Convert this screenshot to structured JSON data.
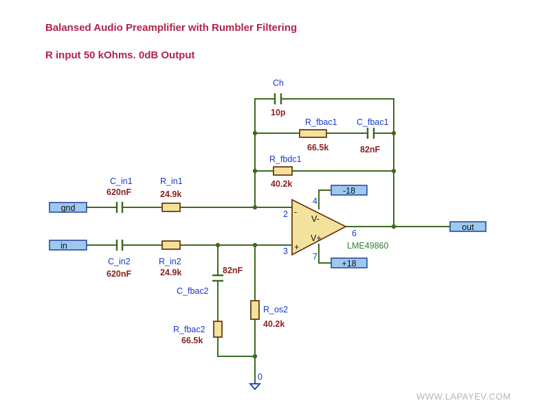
{
  "title_line1": "Balansed Audio Preamplifier with Rumbler Filtering",
  "title_line2": "R input 50 kOhms. 0dB Output",
  "components": {
    "ch": {
      "name": "Ch",
      "value": "10p"
    },
    "r_fbac1": {
      "name": "R_fbac1",
      "value": "66.5k"
    },
    "c_fbac1": {
      "name": "C_fbac1",
      "value": "82nF"
    },
    "r_fbdc1": {
      "name": "R_fbdc1",
      "value": "40.2k"
    },
    "c_in1": {
      "name": "C_in1",
      "value": "620nF"
    },
    "r_in1": {
      "name": "R_in1",
      "value": "24.9k"
    },
    "c_in2": {
      "name": "C_in2",
      "value": "620nF"
    },
    "r_in2": {
      "name": "R_in2",
      "value": "24.9k"
    },
    "c_fbac2": {
      "name": "C_fbac2",
      "value": "82nF"
    },
    "r_os2": {
      "name": "R_os2",
      "value": "40.2k"
    },
    "r_fbac2": {
      "name": "R_fbac2",
      "value": "66.5k"
    }
  },
  "opamp": {
    "part": "LME49860",
    "pin_inv": "2",
    "pin_noninv": "3",
    "pin_out": "6",
    "pin_vminus": "4",
    "pin_vplus": "7",
    "label_vminus": "V-",
    "label_vplus": "V+",
    "sign_minus": "-",
    "sign_plus": "+"
  },
  "ports": {
    "gnd": "gnd",
    "in": "in",
    "out": "out",
    "neg_supply": "-18",
    "pos_supply": "+18"
  },
  "ground_label": "0",
  "watermark": "WWW.LAPAYEV.COM"
}
